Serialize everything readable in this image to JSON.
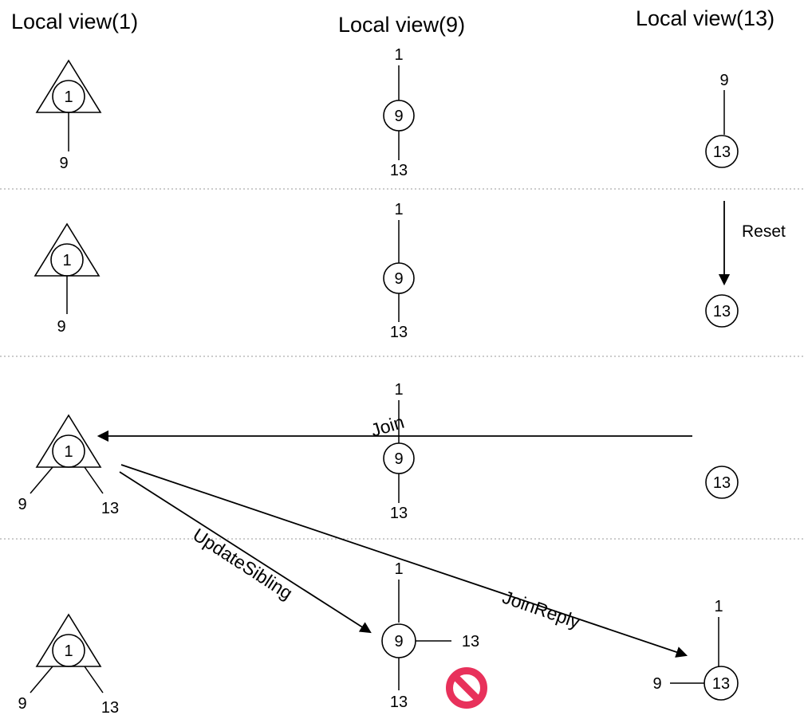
{
  "headers": [
    {
      "label": "Local view(1)"
    },
    {
      "label": "Local view(9)"
    },
    {
      "label": "Local view(13)"
    }
  ],
  "messages": {
    "reset": "Reset",
    "join": "Join",
    "update_sibling": "UpdateSibling",
    "join_reply": "JoinReply"
  },
  "colors": {
    "no_entry_sign": "#e8315b",
    "stroke": "#000000",
    "separator": "#999999"
  },
  "rows": [
    {
      "view1": {
        "root": "1",
        "child": "9"
      },
      "view9": {
        "parent": "1",
        "self": "9",
        "child": "13"
      },
      "view13": {
        "parent": "9",
        "self": "13"
      }
    },
    {
      "view1": {
        "root": "1",
        "child": "9"
      },
      "view9": {
        "parent": "1",
        "self": "9",
        "child": "13"
      },
      "view13": {
        "self": "13"
      }
    },
    {
      "view1": {
        "root": "1",
        "left_child": "9",
        "right_child": "13"
      },
      "view9": {
        "parent": "1",
        "self": "9",
        "child": "13"
      },
      "view13": {
        "self": "13"
      }
    },
    {
      "view1": {
        "root": "1",
        "left_child": "9",
        "right_child": "13"
      },
      "view9": {
        "parent": "1",
        "self": "9",
        "child": "13",
        "sibling": "13"
      },
      "view13": {
        "parent": "1",
        "self": "13",
        "sibling": "9"
      }
    }
  ]
}
